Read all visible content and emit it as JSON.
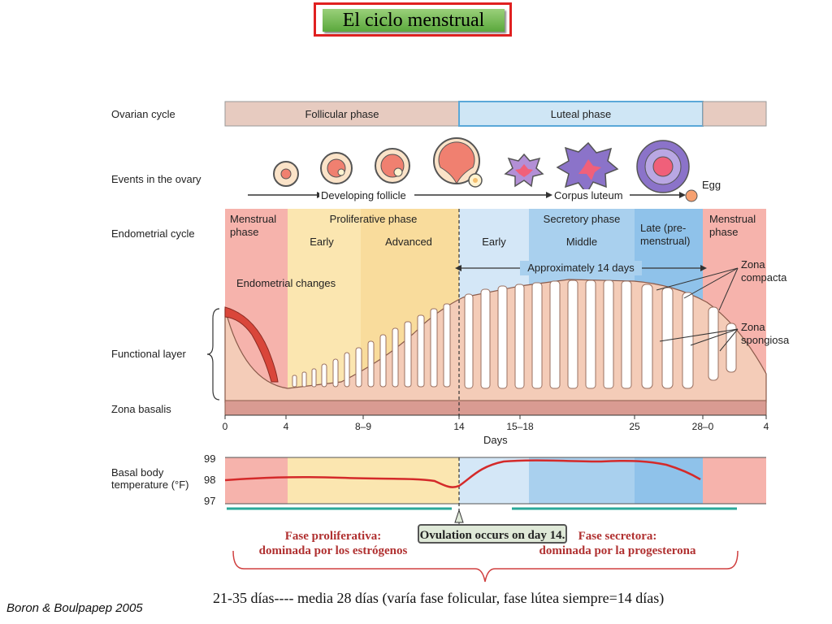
{
  "title": "El ciclo menstrual",
  "labels": {
    "ovarian_cycle": "Ovarian cycle",
    "events_ovary": "Events in the ovary",
    "endometrial_cycle": "Endometrial cycle",
    "functional_layer": "Functional layer",
    "zona_basalis": "Zona basalis",
    "bbt_line1": "Basal body",
    "bbt_line2": "temperature (°F)"
  },
  "ovarian": {
    "follicular": "Follicular phase",
    "luteal": "Luteal phase"
  },
  "ovary_events": {
    "developing_follicle": "Developing follicle",
    "corpus_luteum": "Corpus luteum",
    "egg": "Egg"
  },
  "endometrial": {
    "menstrual_1": "Menstrual",
    "menstrual_2": "phase",
    "proliferative": "Proliferative phase",
    "early": "Early",
    "advanced": "Advanced",
    "secretory": "Secretory phase",
    "secretory_early": "Early",
    "middle": "Middle",
    "late_1": "Late (pre-",
    "late_2": "menstrual)",
    "menstrual_b1": "Menstrual",
    "menstrual_b2": "phase"
  },
  "annotations": {
    "approx14": "Approximately 14 days",
    "endometrial_changes": "Endometrial changes",
    "zona_compacta_1": "Zona",
    "zona_compacta_2": "compacta",
    "zona_spongiosa_1": "Zona",
    "zona_spongiosa_2": "spongiosa"
  },
  "days": {
    "ticks": [
      "0",
      "4",
      "8–9",
      "14",
      "15–18",
      "25",
      "28–0",
      "4"
    ],
    "label": "Days"
  },
  "bbt": {
    "ticks": [
      "99",
      "98",
      "97"
    ]
  },
  "notes": {
    "proliferative_1": "Fase proliferativa:",
    "proliferative_2": "dominada por los estrógenos",
    "ovulation": "Ovulation occurs on day 14.",
    "secretory_1": "Fase secretora:",
    "secretory_2": "dominada por la progesterona"
  },
  "summary": "21-35 días---- media 28 días (varía fase folicular, fase lútea siempre=14 días)",
  "credit": "Boron & Boulpapep 2005",
  "colors": {
    "red": "#e02020",
    "menstrual": "#f6b3ac",
    "proliferative": "#fbe6b0",
    "secretory": "#a9d0ee",
    "teal": "#2aa89a"
  }
}
